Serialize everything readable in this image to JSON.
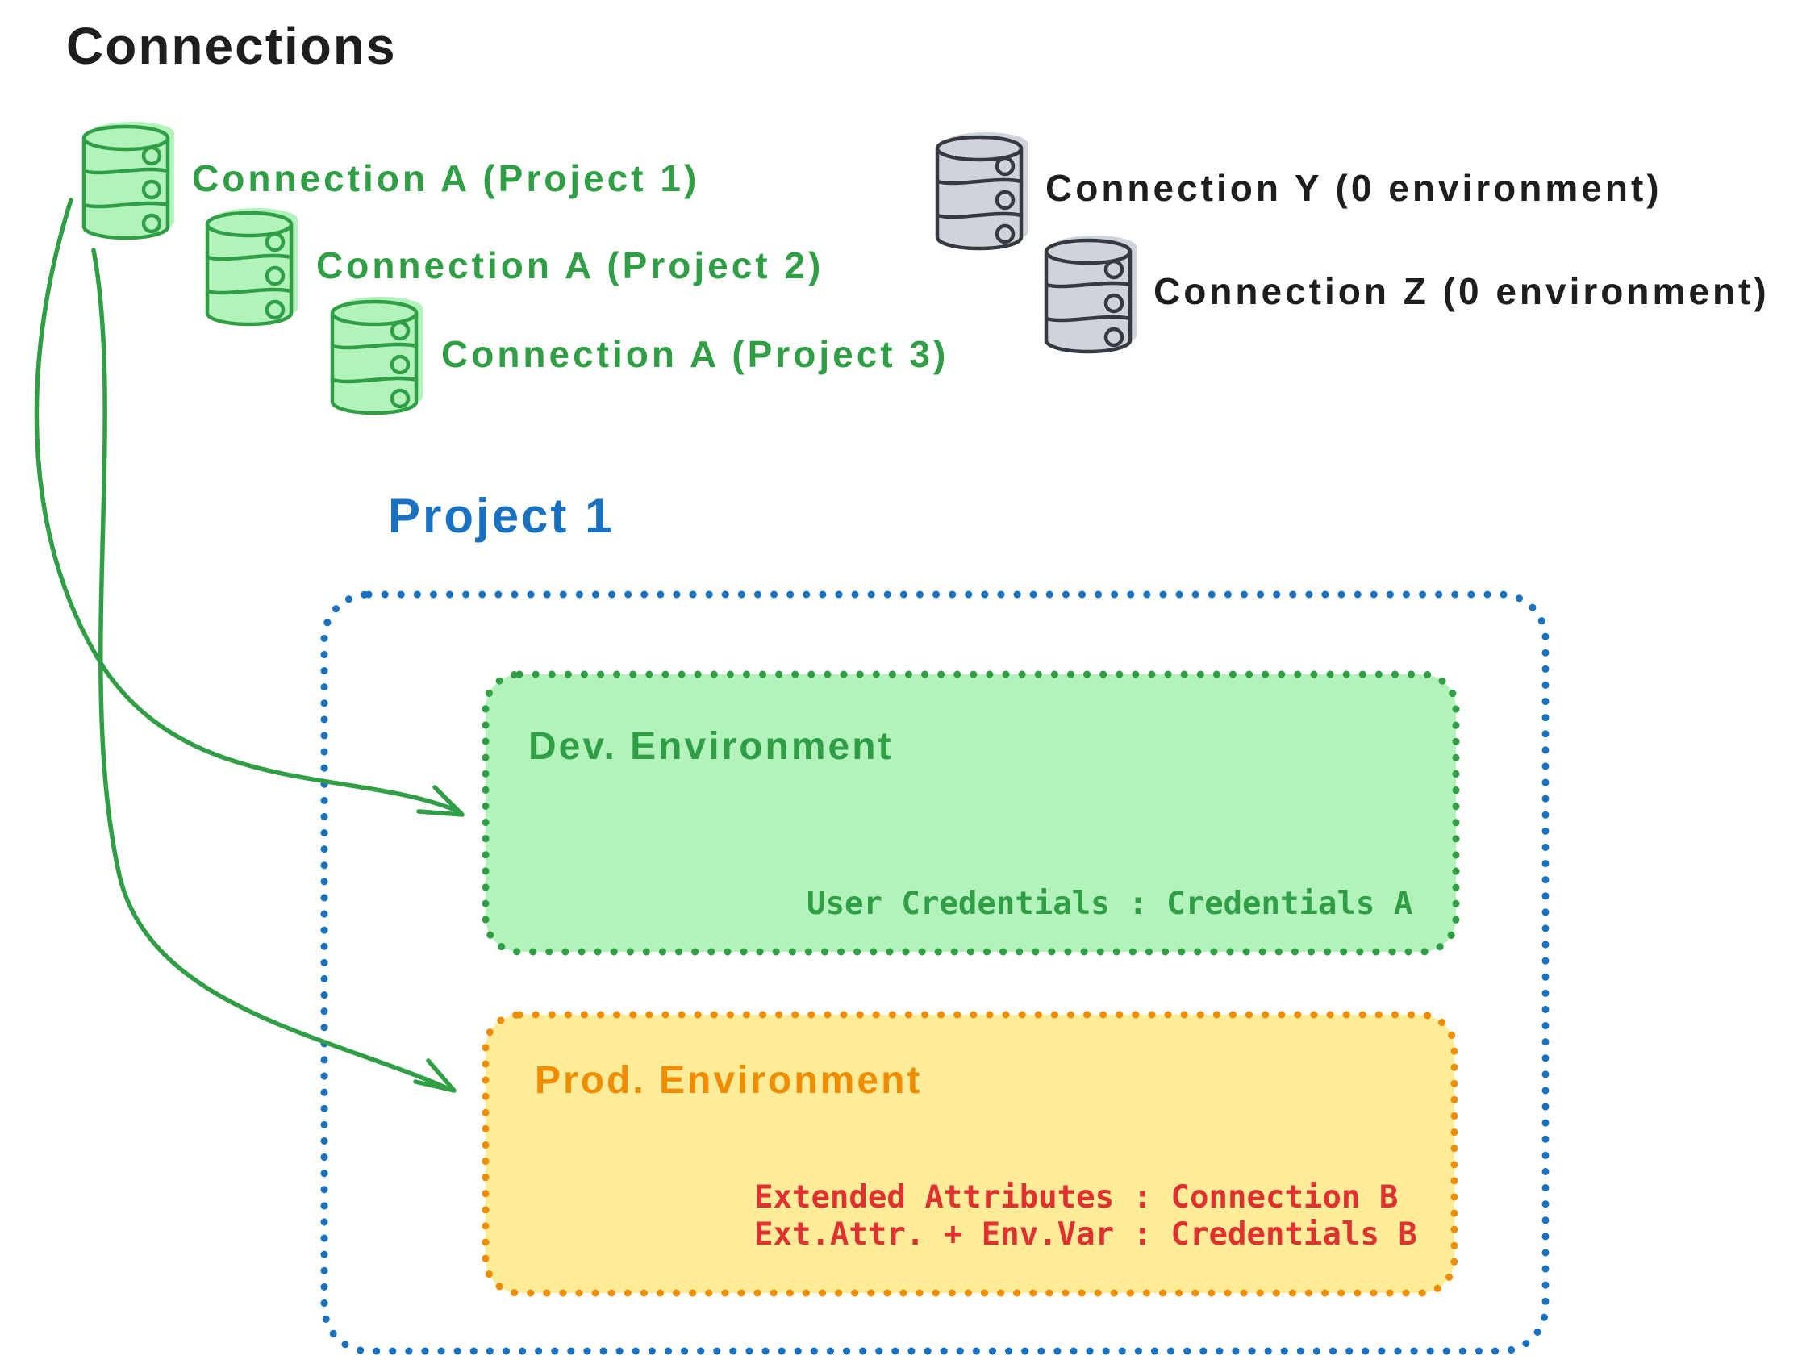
{
  "diagram_title": "Connections",
  "colors": {
    "green_stroke": "#2f9e44",
    "green_fill": "#b2f2bb",
    "gray_stroke": "#343a40",
    "gray_fill": "#ced4da",
    "blue": "#1971c2",
    "orange": "#f08c00",
    "yellow_fill": "#ffec99",
    "red": "#e03131",
    "black": "#1e1e1e"
  },
  "connections": {
    "project_a": [
      {
        "label": "Connection A (Project 1)"
      },
      {
        "label": "Connection A (Project 2)"
      },
      {
        "label": "Connection A (Project 3)"
      }
    ],
    "unassigned": [
      {
        "label": "Connection Y (0 environment)"
      },
      {
        "label": "Connection Z (0 environment)"
      }
    ]
  },
  "project": {
    "title": "Project 1",
    "dev_environment": {
      "title": "Dev. Environment",
      "mapping": "User Credentials : Credentials A"
    },
    "prod_environment": {
      "title": "Prod. Environment",
      "mappings": [
        "Extended Attributes : Connection B",
        "Ext.Attr. + Env.Var : Credentials B"
      ]
    }
  }
}
